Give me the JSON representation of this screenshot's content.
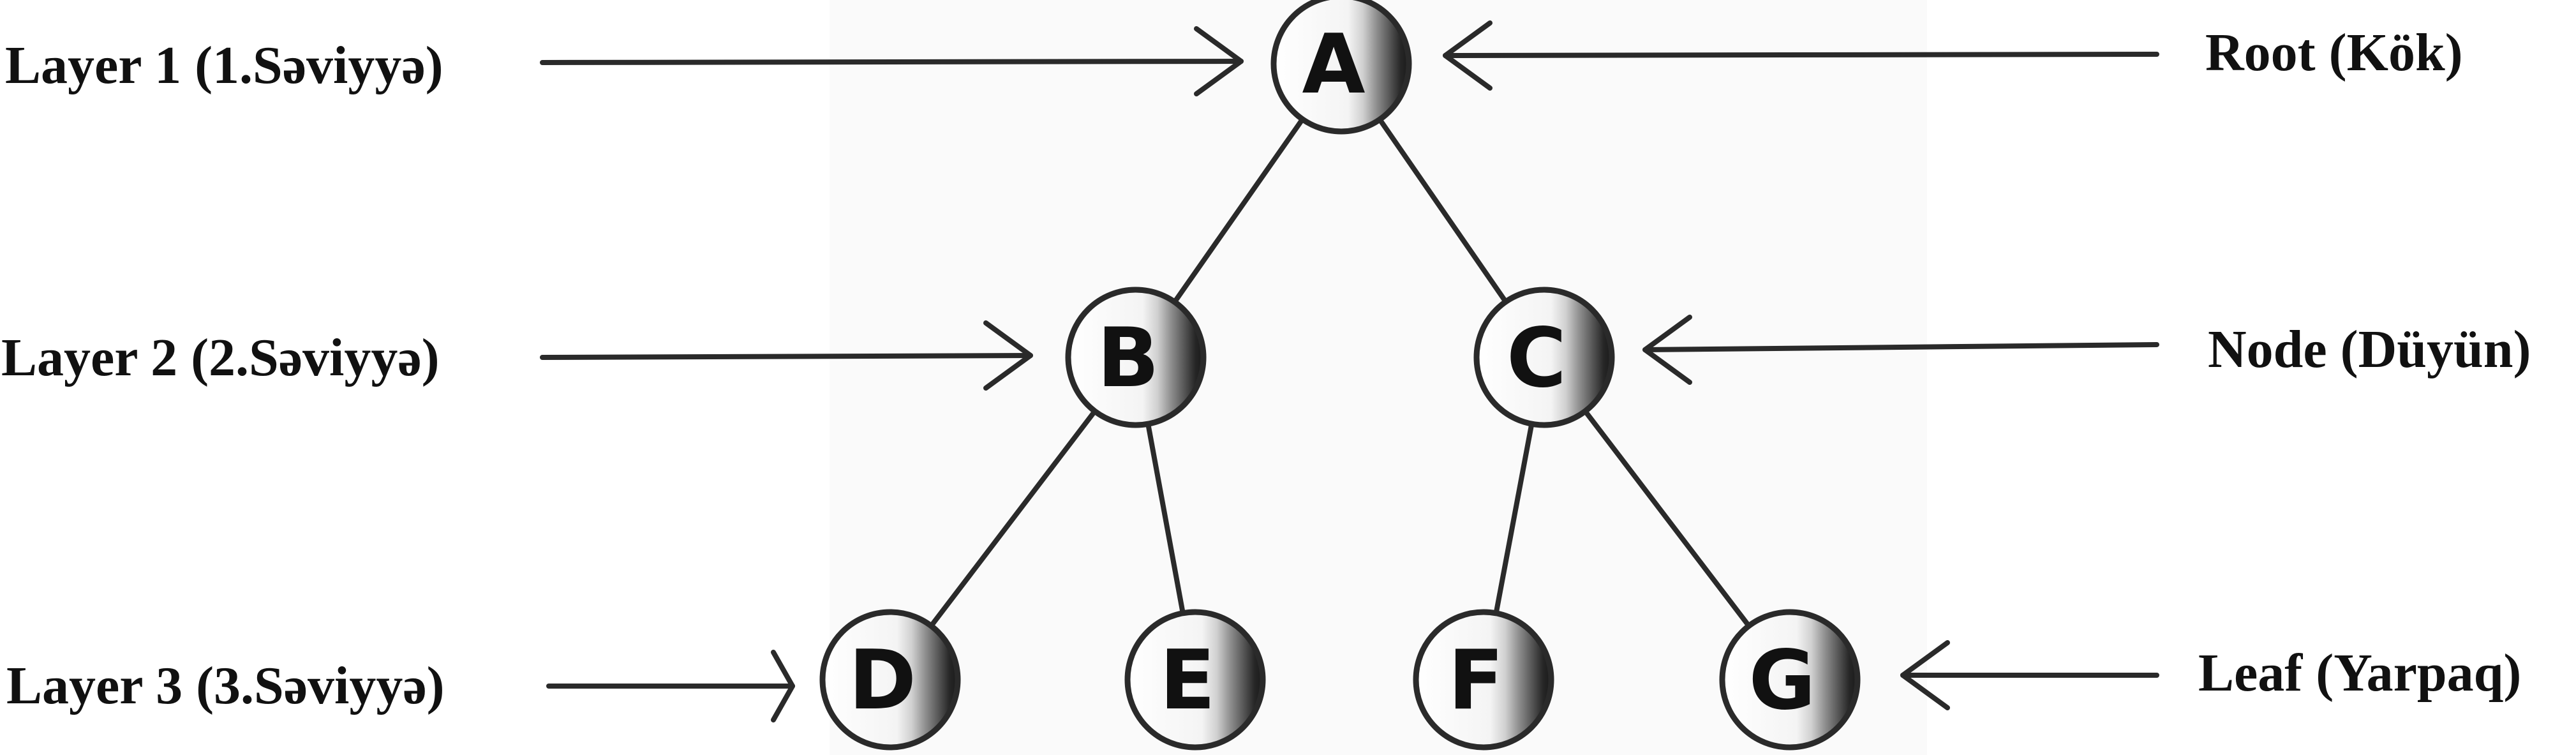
{
  "diagram": {
    "layers": [
      {
        "label": "Layer 1 (1.Səviyyə)"
      },
      {
        "label": "Layer 2 (2.Səviyyə)"
      },
      {
        "label": "Layer 3 (3.Səviyyə)"
      }
    ],
    "terms": [
      {
        "label": "Root (Kök)",
        "points_to": "A"
      },
      {
        "label": "Node (Düyün)",
        "points_to": "C"
      },
      {
        "label": "Leaf (Yarpaq)",
        "points_to": "G"
      }
    ],
    "nodes": [
      {
        "id": "A",
        "label": "A",
        "layer": 1
      },
      {
        "id": "B",
        "label": "B",
        "layer": 2
      },
      {
        "id": "C",
        "label": "C",
        "layer": 2
      },
      {
        "id": "D",
        "label": "D",
        "layer": 3
      },
      {
        "id": "E",
        "label": "E",
        "layer": 3
      },
      {
        "id": "F",
        "label": "F",
        "layer": 3
      },
      {
        "id": "G",
        "label": "G",
        "layer": 3
      }
    ],
    "edges": [
      {
        "from": "A",
        "to": "B"
      },
      {
        "from": "A",
        "to": "C"
      },
      {
        "from": "B",
        "to": "D"
      },
      {
        "from": "B",
        "to": "E"
      },
      {
        "from": "C",
        "to": "F"
      },
      {
        "from": "C",
        "to": "G"
      }
    ]
  }
}
